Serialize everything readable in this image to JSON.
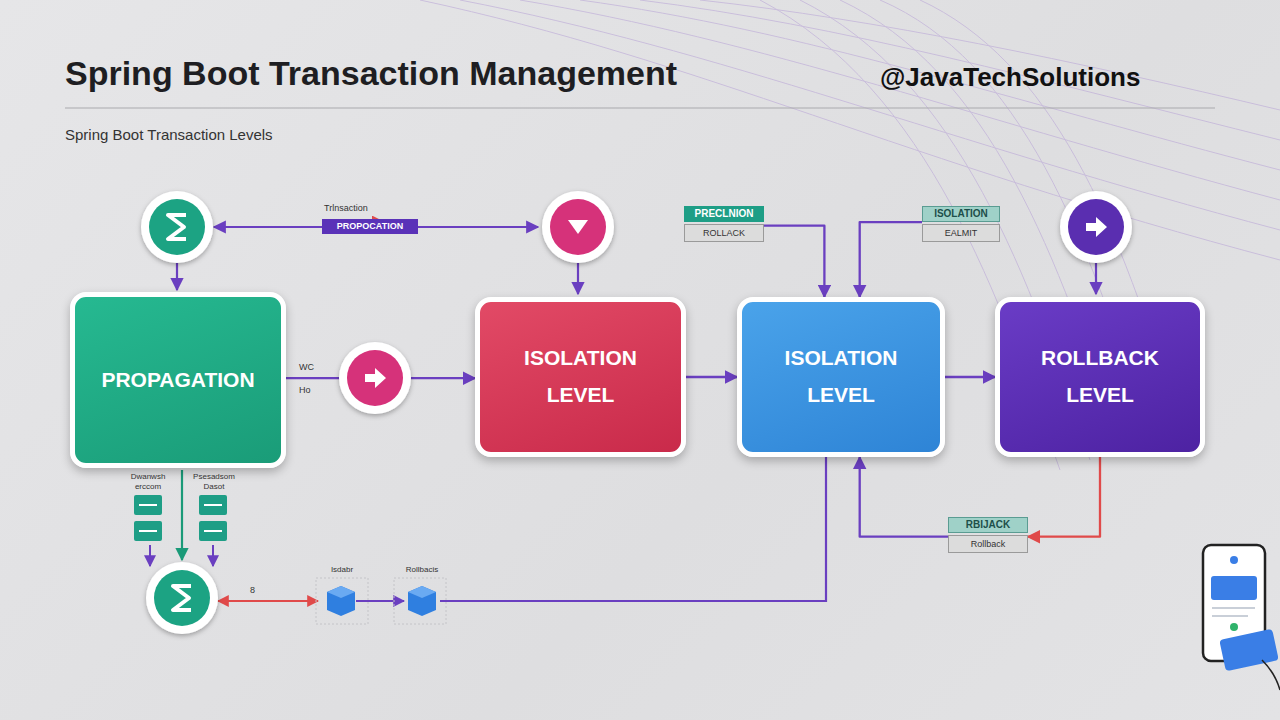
{
  "diagram": {
    "title": "Spring Boot Transaction Management",
    "nodes": [
      {
        "text": [
          "Trlnsaction",
          "PROPOCATION"
        ]
      },
      {
        "text": [
          "PRECLNION",
          "ROLLACK"
        ]
      },
      {
        "text": [
          "ISOLATION",
          "EALMIT"
        ]
      },
      {
        "text": [
          "PROPAGATION"
        ]
      },
      {
        "text": [
          "ISOLATION LEVEL"
        ]
      },
      {
        "text": [
          "ISOLATION LEVEL"
        ]
      },
      {
        "text": [
          "ROLLBACK LEVEL"
        ]
      },
      {
        "text": [
          "RBIJACK",
          "Rollback"
        ]
      }
    ],
    "edges": [
      {
        "from": 3,
        "to": 4,
        "arrow": "to"
      },
      {
        "from": 4,
        "to": 5,
        "arrow": "to"
      },
      {
        "from": 5,
        "to": 6,
        "arrow": "to"
      },
      {
        "from": 1,
        "to": 5,
        "arrow": "to"
      },
      {
        "from": 2,
        "to": 5,
        "arrow": "to"
      },
      {
        "from": 6,
        "to": 7,
        "arrow": "to"
      },
      {
        "from": 7,
        "to": 5,
        "arrow": "to"
      }
    ],
    "labels": [
      "@JavaTechSolutions",
      "Spring Boot Transaction Levels",
      "WC",
      "Ho",
      "Dwanwsh erccom",
      "Psesadsom Dasot",
      "8",
      "Isdabr",
      "Rollbacis"
    ]
  }
}
